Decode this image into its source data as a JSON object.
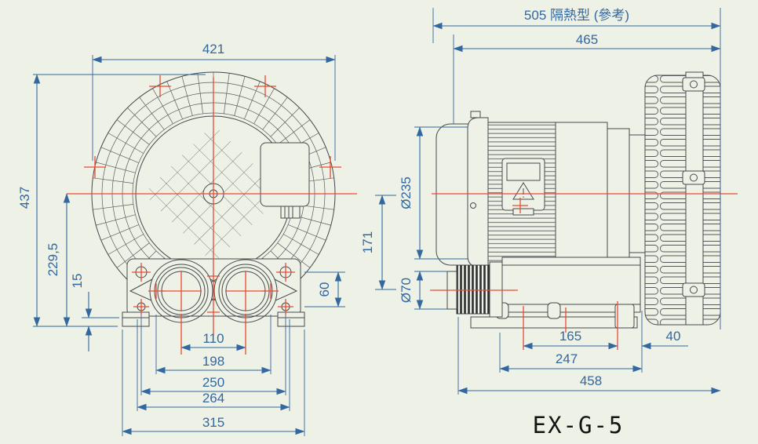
{
  "colors": {
    "background": "#eef1e6",
    "outline": "#46494c",
    "dimension_blue": "#33679f",
    "centerline_red": "#e94a33",
    "title_black": "#141414"
  },
  "front_view": {
    "label": "blower front view",
    "dims": {
      "overall_width": "421",
      "overall_height": "437",
      "axis_to_base": "229,5",
      "foot_thickness": "15",
      "flange_hole_spacing": "60",
      "port_spacing": "110",
      "hole_span_1": "198",
      "hole_span_2": "250",
      "flange_width": "264",
      "base_width": "315"
    }
  },
  "side_view": {
    "label": "blower side view",
    "dims": {
      "overall_insulated": "505 隔熱型 (參考)",
      "overall_length": "465",
      "motor_diameter": "Ø235",
      "axis_to_port": "171",
      "port_diameter": "Ø70",
      "foot_hole_spacing": "165",
      "rear_overhang": "40",
      "foot_span": "247",
      "base_length": "458"
    }
  },
  "model_label": "EX-G-5"
}
